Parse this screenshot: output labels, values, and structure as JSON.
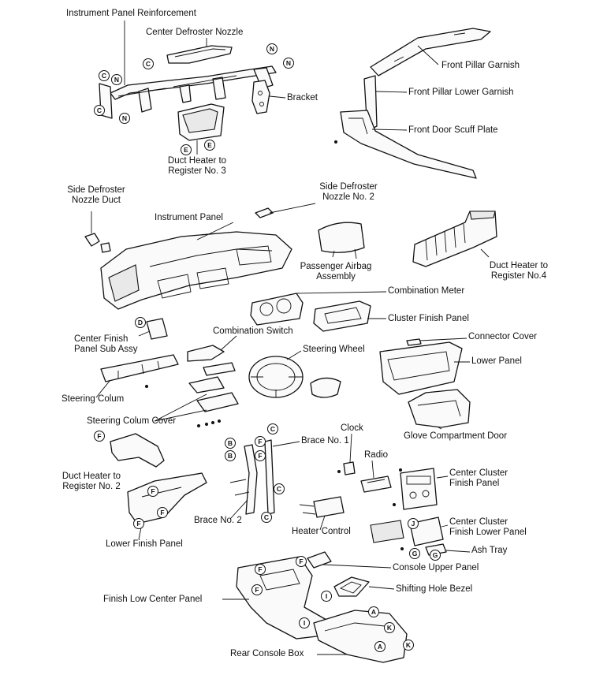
{
  "labels": {
    "instrument_panel_reinforcement": "Instrument Panel Reinforcement",
    "center_defroster_nozzle": "Center Defroster Nozzle",
    "bracket": "Bracket",
    "duct_heater_reg3": "Duct Heater to\nRegister No. 3",
    "front_pillar_garnish": "Front Pillar Garnish",
    "front_pillar_lower_garnish": "Front Pillar Lower Garnish",
    "front_door_scuff_plate": "Front Door Scuff Plate",
    "side_defroster_nozzle_duct": "Side Defroster\nNozzle Duct",
    "side_defroster_nozzle_2": "Side Defroster\nNozzle No. 2",
    "instrument_panel": "Instrument Panel",
    "passenger_airbag": "Passenger Airbag\nAssembly",
    "duct_heater_reg4": "Duct Heater to\nRegister No.4",
    "combination_meter": "Combination Meter",
    "cluster_finish_panel": "Cluster Finish Panel",
    "center_finish_panel": "Center Finish\nPanel Sub Assy",
    "combination_switch": "Combination Switch",
    "steering_wheel": "Steering Wheel",
    "connector_cover": "Connector Cover",
    "lower_panel": "Lower Panel",
    "steering_colum": "Steering Colum",
    "steering_colum_cover": "Steering Colum Cover",
    "glove_compartment_door": "Glove Compartment Door",
    "clock": "Clock",
    "brace_no_1": "Brace No. 1",
    "radio": "Radio",
    "center_cluster_finish_panel": "Center Cluster\nFinish Panel",
    "duct_heater_reg2": "Duct Heater to\nRegister No. 2",
    "brace_no_2": "Brace No. 2",
    "heater_control": "Heater Control",
    "center_cluster_finish_lower_panel": "Center Cluster\nFinish Lower Panel",
    "ash_tray": "Ash Tray",
    "lower_finish_panel": "Lower Finish Panel",
    "console_upper_panel": "Console Upper Panel",
    "shifting_hole_bezel": "Shifting Hole Bezel",
    "finish_low_center_panel": "Finish Low Center Panel",
    "rear_console_box": "Rear Console Box"
  },
  "markers": {
    "C": "C",
    "N": "N",
    "E": "E",
    "D": "D",
    "F": "F",
    "B": "B",
    "G": "G",
    "A": "A",
    "K": "K",
    "I": "I",
    "J": "J"
  }
}
